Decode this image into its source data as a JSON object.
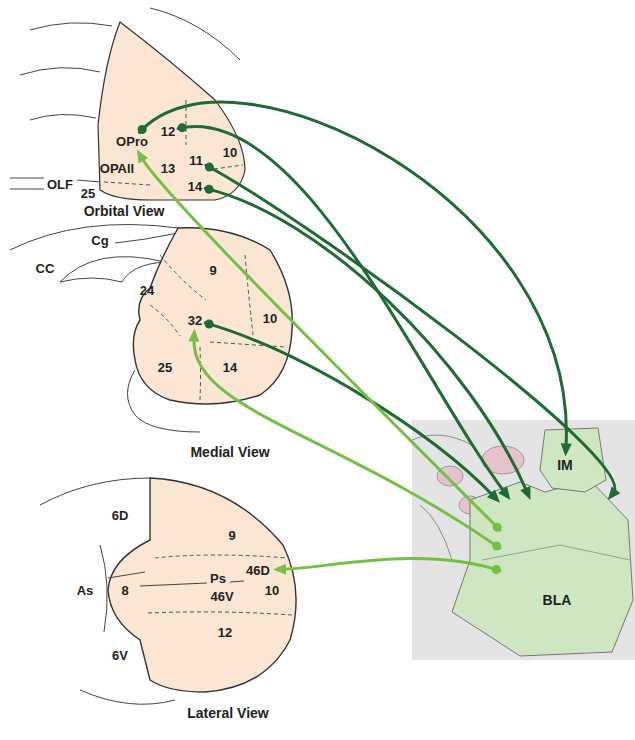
{
  "diagram": {
    "nodes": [
      {
        "text": [
          "Orbital View"
        ]
      },
      {
        "text": [
          "OPro"
        ],
        "in": 0
      },
      {
        "text": [
          "12"
        ],
        "in": 0
      },
      {
        "text": [
          "11"
        ],
        "in": 0
      },
      {
        "text": [
          "14"
        ],
        "in": 0
      },
      {
        "text": [
          "Medial View"
        ]
      },
      {
        "text": [
          "32"
        ],
        "in": 5
      },
      {
        "text": [
          "Lateral View"
        ]
      },
      {
        "text": [
          "46D"
        ],
        "in": 7
      },
      {
        "text": [
          "IM"
        ]
      },
      {
        "text": [
          "BLA"
        ]
      }
    ],
    "edges": [
      {
        "from": 1,
        "to": 9,
        "arrow": "to"
      },
      {
        "from": 2,
        "to": 10,
        "arrow": "to"
      },
      {
        "from": 3,
        "to": 10,
        "arrow": "to"
      },
      {
        "from": 4,
        "to": 10,
        "arrow": "to"
      },
      {
        "from": 6,
        "to": 10,
        "arrow": "to"
      },
      {
        "from": 10,
        "to": 1,
        "arrow": "to"
      },
      {
        "from": 10,
        "to": 6,
        "arrow": "to"
      },
      {
        "from": 10,
        "to": 8,
        "arrow": "to"
      }
    ],
    "labels": [
      "OPAll",
      "13",
      "10",
      "25",
      "OLF",
      "Cg",
      "9",
      "CC",
      "24",
      "10",
      "25",
      "14",
      "6D",
      "9",
      "As",
      "8",
      "Ps",
      "46V",
      "10",
      "6V",
      "12"
    ]
  }
}
